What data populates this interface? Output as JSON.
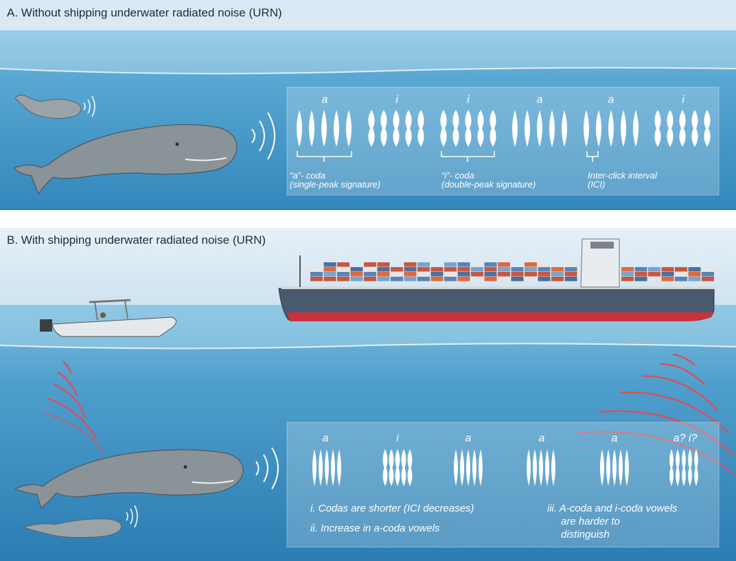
{
  "panel_a": {
    "title": "A. Without shipping underwater radiated noise (URN)",
    "coda_labels": [
      "a",
      "i",
      "i",
      "a",
      "a",
      "i"
    ],
    "annotations": {
      "a_coda_line1": "“a”- coda",
      "a_coda_line2": "(single-peak signature)",
      "i_coda_line1": "“i”- coda",
      "i_coda_line2": "(double-peak signature)",
      "ici_line1": "Inter-click interval",
      "ici_line2": "(ICI)"
    }
  },
  "panel_b": {
    "title": "B. With shipping underwater radiated noise (URN)",
    "coda_labels": [
      "a",
      "i",
      "a",
      "a",
      "a",
      "a? i?"
    ],
    "notes": {
      "note1": "i. Codas are shorter (ICI decreases)",
      "note2": "ii. Increase in a-coda vowels",
      "note3_line1": "iii. A-coda and i-coda vowels",
      "note3_line2": "are harder to",
      "note3_line3": "distinguish"
    }
  },
  "colors": {
    "sky": "#dbe9f5",
    "water_top": "#6fb5d8",
    "water_deep": "#2f85b8",
    "noise_waves": "#d9505c",
    "ship_hull": "#4a5870",
    "ship_bottom": "#c8323a",
    "whale": "#8a9398"
  }
}
